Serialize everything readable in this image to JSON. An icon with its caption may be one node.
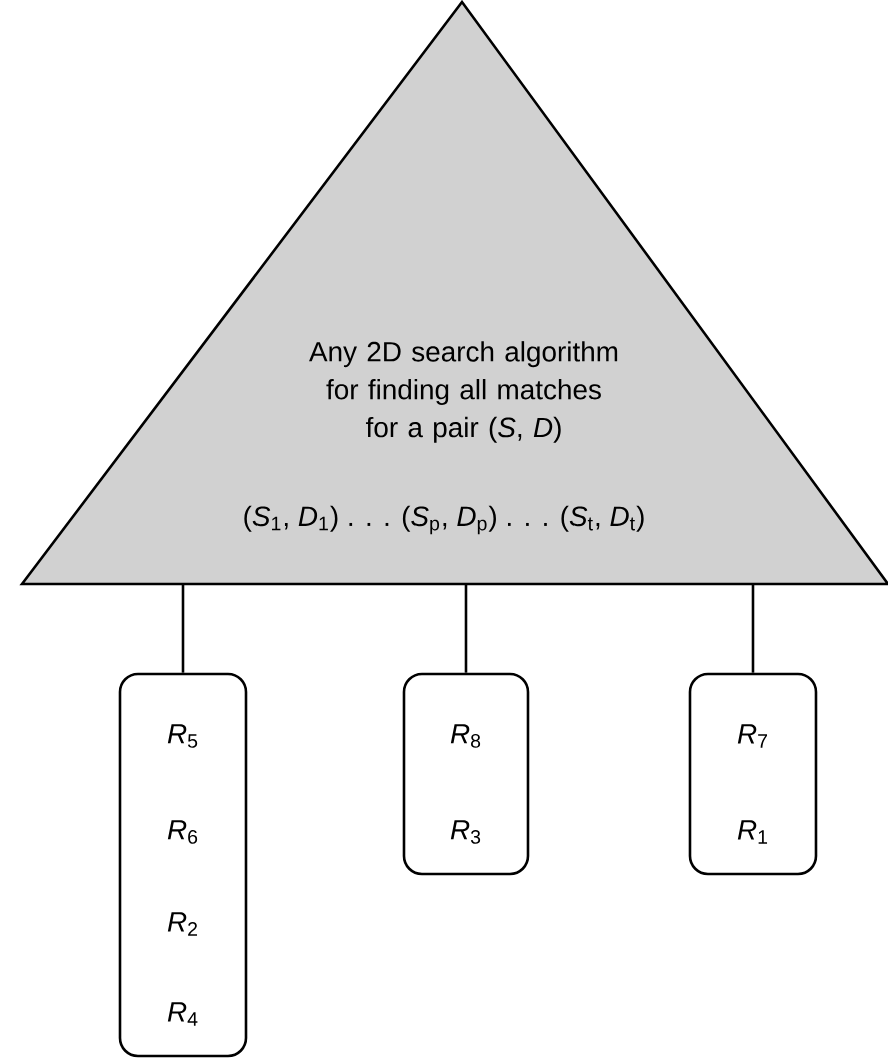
{
  "diagram": {
    "nodes": [
      {
        "text": [
          "Any 2D search algorithm for finding all matches for a pair (*S*, *D*)",
          "(*S*$_{1}$, *D*$_{1}$) .   .   . (*S*$_{p}$, *D*$_{p}$) .   .   . (*S*$_{t}$, *D*$_{t}$)"
        ]
      },
      {
        "text": [
          "*R*$_{5}$",
          "*R*$_{6}$",
          "*R*$_{2}$",
          "*R*$_{4}$"
        ]
      },
      {
        "text": [
          "*R*$_{8}$",
          "*R*$_{3}$"
        ]
      },
      {
        "text": [
          "*R*$_{7}$",
          "*R*$_{1}$"
        ]
      }
    ],
    "edges": [
      {
        "from": 0,
        "to": 1,
        "arrow": "none"
      },
      {
        "from": 0,
        "to": 2,
        "arrow": "none"
      },
      {
        "from": 0,
        "to": 3,
        "arrow": "none"
      }
    ]
  }
}
